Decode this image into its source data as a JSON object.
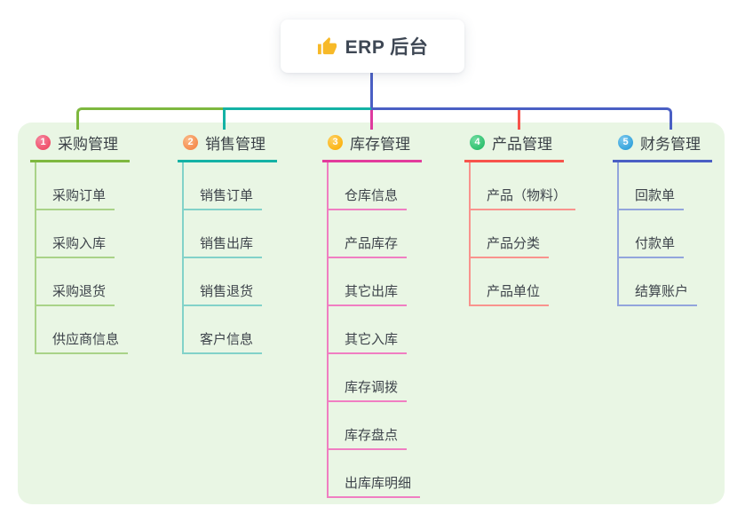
{
  "root": {
    "title": "ERP 后台",
    "icon": "thumbs-up-icon",
    "icon_color": "#f7b928"
  },
  "panel_color": "#e9f6e4",
  "connector_colors": {
    "root_stem": "#4a5fc4",
    "purchase": "#7eb83f",
    "sales": "#14b2a5",
    "inventory": "#de3a9e",
    "product": "#f7534b",
    "finance": "#4a5fc4"
  },
  "branches": [
    {
      "badge": "1",
      "label": "采购管理",
      "line_color": "#7eb83f",
      "sub_line_color": "#a9d388",
      "badge_color": "#f0506a",
      "items": [
        "采购订单",
        "采购入库",
        "采购退货",
        "供应商信息"
      ]
    },
    {
      "badge": "2",
      "label": "销售管理",
      "line_color": "#14b2a5",
      "sub_line_color": "#82d2c9",
      "badge_color": "#f68c4e",
      "items": [
        "销售订单",
        "销售出库",
        "销售退货",
        "客户信息"
      ]
    },
    {
      "badge": "3",
      "label": "库存管理",
      "line_color": "#e23c9c",
      "sub_line_color": "#f07ec2",
      "badge_color": "#fcb414",
      "items": [
        "仓库信息",
        "产品库存",
        "其它出库",
        "其它入库",
        "库存调拨",
        "库存盘点",
        "出库库明细"
      ]
    },
    {
      "badge": "4",
      "label": "产品管理",
      "line_color": "#f7534b",
      "sub_line_color": "#f9938d",
      "badge_color": "#2ec06e",
      "items": [
        "产品（物料）",
        "产品分类",
        "产品单位"
      ]
    },
    {
      "badge": "5",
      "label": "财务管理",
      "line_color": "#4a5fc4",
      "sub_line_color": "#92a5dc",
      "badge_color": "#36a4dc",
      "items": [
        "回款单",
        "付款单",
        "结算账户"
      ]
    }
  ]
}
